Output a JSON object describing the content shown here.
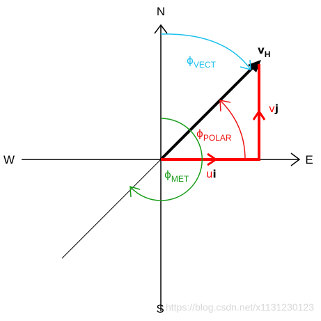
{
  "compass": {
    "north": "N",
    "south": "S",
    "east": "E",
    "west": "W"
  },
  "vectors": {
    "vh": {
      "main": "v",
      "sub": "H"
    },
    "vj": {
      "coef": "v",
      "unit": "j"
    },
    "ui": {
      "coef": "u",
      "unit": "i"
    }
  },
  "angles": {
    "vect": {
      "symbol": "ϕ",
      "sub": "VECT"
    },
    "polar": {
      "symbol": "ϕ",
      "sub": "POLAR"
    },
    "met": {
      "symbol": "ϕ",
      "sub": "MET"
    }
  },
  "colors": {
    "axes": "#000000",
    "vector_h": "#000000",
    "components": "#ff0000",
    "phi_vect": "#19c0ee",
    "phi_polar": "#ee1111",
    "phi_met": "#1a9e1a",
    "watermark": "#d8d8d8"
  },
  "watermark": "https://blog.csdn.net/x1131230123"
}
